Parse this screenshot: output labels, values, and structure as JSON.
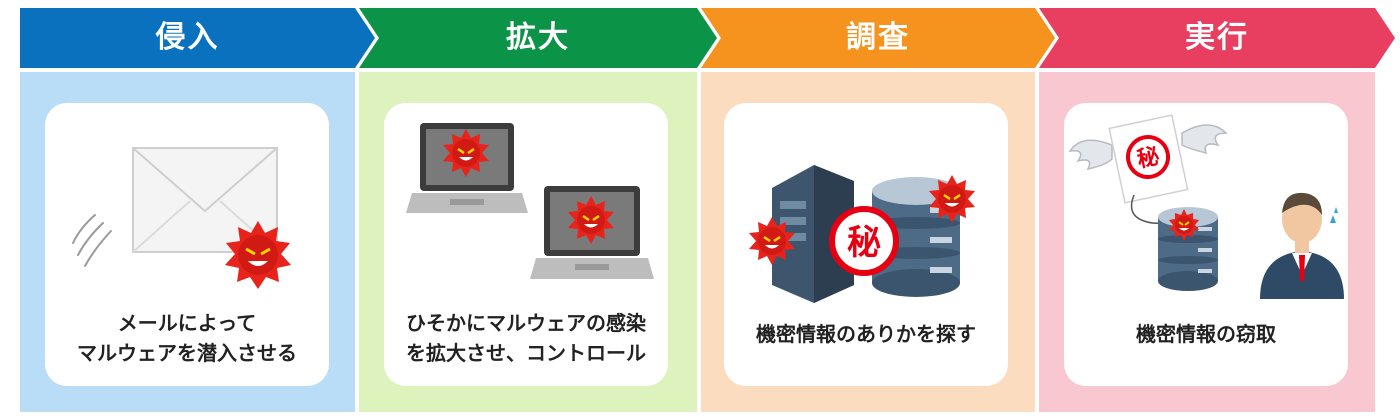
{
  "stages": [
    {
      "title": "侵入",
      "caption_lines": [
        "メールによって",
        "マルウェアを潜入させる"
      ],
      "arrow_color": "#0a71bf",
      "panel_color": "#b9ddf6"
    },
    {
      "title": "拡大",
      "caption_lines": [
        "ひそかにマルウェアの感染",
        "を拡大させ、コントロール"
      ],
      "arrow_color": "#0b9347",
      "panel_color": "#ddf2bd"
    },
    {
      "title": "調査",
      "caption_lines": [
        "機密情報のありかを探す"
      ],
      "arrow_color": "#f6931f",
      "panel_color": "#fbdcbf"
    },
    {
      "title": "実行",
      "caption_lines": [
        "機密情報の窃取"
      ],
      "arrow_color": "#e83f60",
      "panel_color": "#f8c7cf"
    }
  ],
  "secret_mark": "秘",
  "icons": [
    "envelope-icon",
    "malware-icon",
    "laptop-icon",
    "server-icon",
    "database-icon",
    "secret-document-icon",
    "wings-icon",
    "person-icon"
  ]
}
